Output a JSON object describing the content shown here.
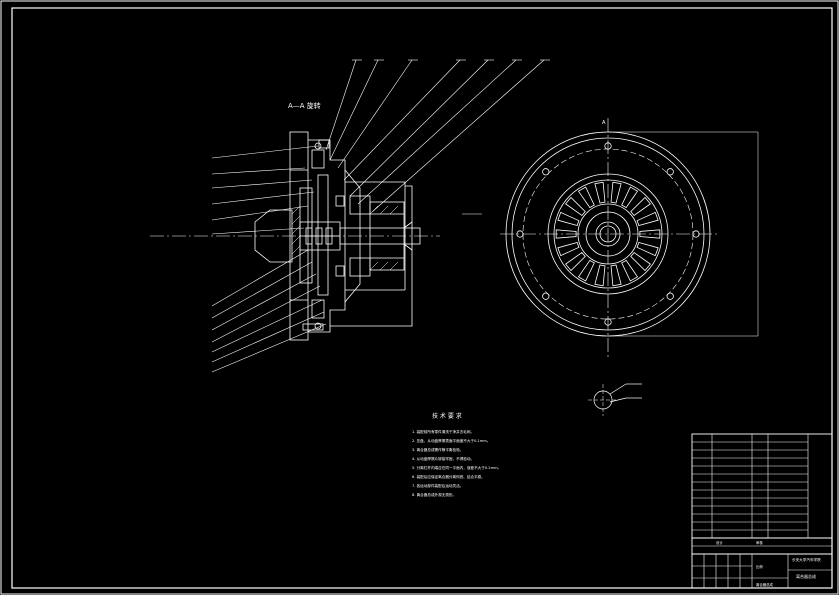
{
  "section_title": "A—A 旋转",
  "view_label": "A",
  "tech_requirements": {
    "title": "技 术 要 求",
    "items": [
      "1. 装配前所有零件清洗干净并去毛刺。",
      "2. 压盘、从动盘摩擦表面平面度不大于0.1mm。",
      "3. 离合器总成需作静平衡检验。",
      "4. 从动盘摩擦片铆接牢固，不得松动。",
      "5. 分离杠杆内端应在同一平面内，误差不大于0.2mm。",
      "6. 装配后应保证离合器分离彻底、结合平稳。",
      "7. 各运动部件装配后运动灵活。",
      "8. 离合器总成外观无损伤。"
    ]
  },
  "title_block": {
    "school": "长安大学汽车学院",
    "drawing_name": "离合器总成",
    "drawing_no": "离合器总成",
    "scale_label": "比例",
    "drawn_label": "设计",
    "checked_label": "审核"
  },
  "colors": {
    "line": "#ffffff",
    "background": "#000000"
  }
}
